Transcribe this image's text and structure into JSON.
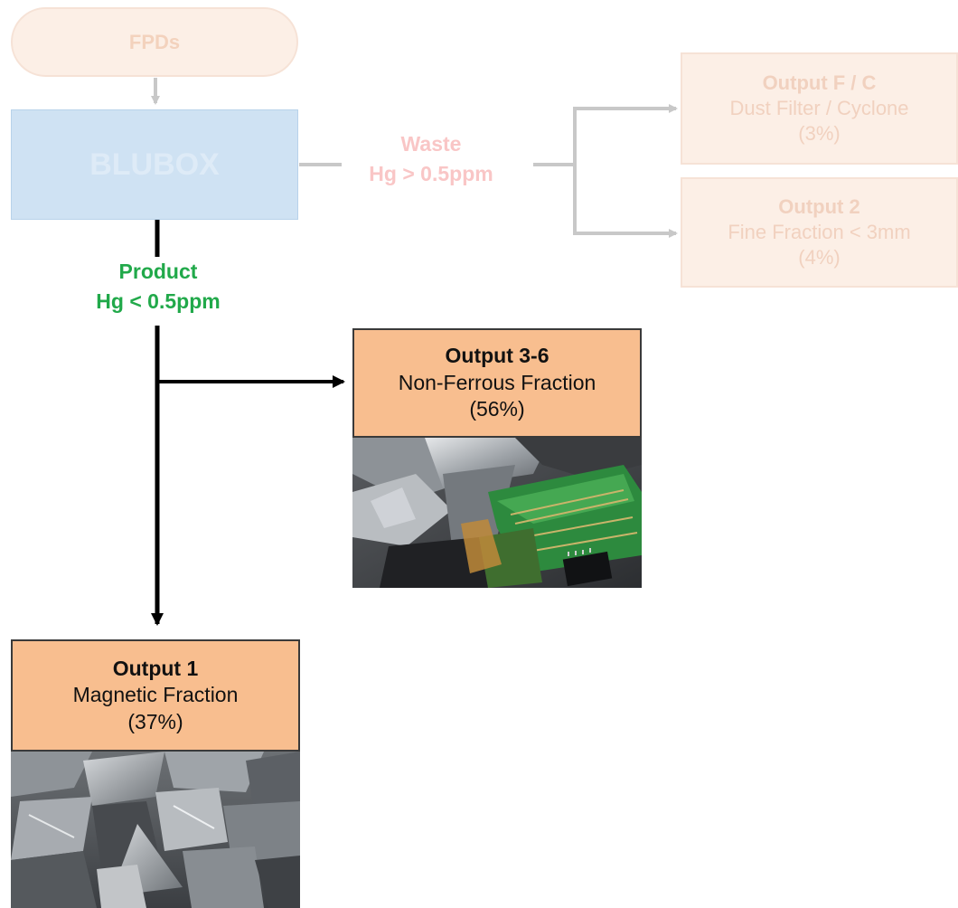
{
  "nodes": {
    "start": {
      "label": "FPDs"
    },
    "blubox": {
      "label": "BLUBOX"
    },
    "output_fc": {
      "title": "Output F / C",
      "line": "Dust Filter / Cyclone",
      "share": "(3%)"
    },
    "output_2": {
      "title": "Output 2",
      "line": "Fine Fraction < 3mm",
      "share": "(4%)"
    },
    "output_3_6": {
      "title": "Output 3-6",
      "line": "Non-Ferrous Fraction",
      "share": "(56%)"
    },
    "output_1": {
      "title": "Output 1",
      "line": "Magnetic Fraction",
      "share": "(37%)"
    }
  },
  "edge_labels": {
    "waste": {
      "line1": "Waste",
      "line2": "Hg > 0.5ppm"
    },
    "product": {
      "line1": "Product",
      "line2": "Hg < 0.5ppm"
    }
  },
  "colors": {
    "output_box": "#f8be8f",
    "faded_box": "#fcefe6",
    "blubox": "#cfe2f3",
    "product_label": "#21a94a",
    "waste_label": "#f9c6c6",
    "active_arrow": "#000000",
    "faded_arrow": "#c8c8c8"
  },
  "images": [
    {
      "name": "non-ferrous-photo",
      "depicts": "shredded circuit boards and metal pieces"
    },
    {
      "name": "magnetic-photo",
      "depicts": "shredded grey steel fragments"
    }
  ]
}
